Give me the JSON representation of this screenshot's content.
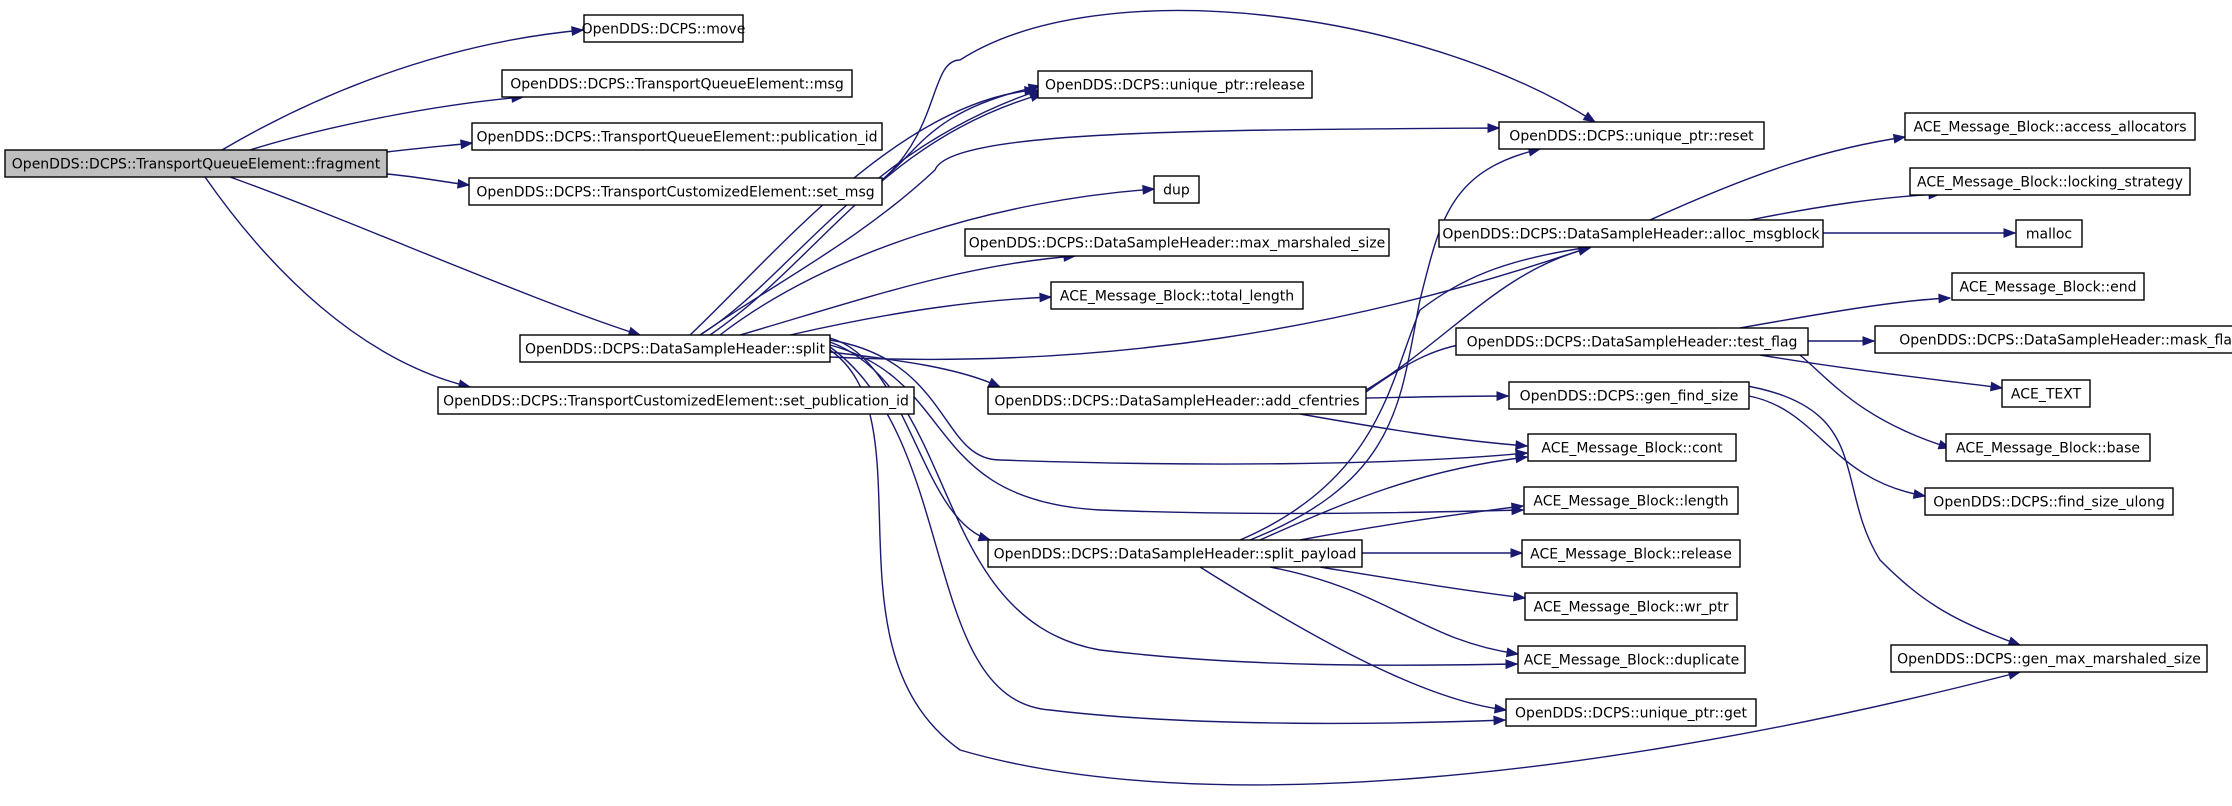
{
  "diagram": {
    "edge_color": "#191970",
    "root_fill": "#bfbfbf",
    "node_fill": "#ffffff",
    "nodes": {
      "fragment": "OpenDDS::DCPS::TransportQueueElement::fragment",
      "move": "OpenDDS::DCPS::move",
      "msg": "OpenDDS::DCPS::TransportQueueElement::msg",
      "publication_id": "OpenDDS::DCPS::TransportQueueElement::publication_id",
      "set_msg": "OpenDDS::DCPS::TransportCustomizedElement::set_msg",
      "split": "OpenDDS::DCPS::DataSampleHeader::split",
      "set_publication_id": "OpenDDS::DCPS::TransportCustomizedElement::set_publication_id",
      "up_release": "OpenDDS::DCPS::unique_ptr::release",
      "dup": "dup",
      "max_marshaled_size": "OpenDDS::DCPS::DataSampleHeader::max_marshaled_size",
      "total_length": "ACE_Message_Block::total_length",
      "add_cfentries": "OpenDDS::DCPS::DataSampleHeader::add_cfentries",
      "split_payload": "OpenDDS::DCPS::DataSampleHeader::split_payload",
      "up_reset": "OpenDDS::DCPS::unique_ptr::reset",
      "alloc_msgblock": "OpenDDS::DCPS::DataSampleHeader::alloc_msgblock",
      "test_flag": "OpenDDS::DCPS::DataSampleHeader::test_flag",
      "gen_find_size": "OpenDDS::DCPS::gen_find_size",
      "mb_cont": "ACE_Message_Block::cont",
      "mb_length": "ACE_Message_Block::length",
      "mb_release": "ACE_Message_Block::release",
      "mb_wr_ptr": "ACE_Message_Block::wr_ptr",
      "mb_duplicate": "ACE_Message_Block::duplicate",
      "up_get": "OpenDDS::DCPS::unique_ptr::get",
      "access_allocators": "ACE_Message_Block::access_allocators",
      "locking_strategy": "ACE_Message_Block::locking_strategy",
      "malloc": "malloc",
      "mb_end": "ACE_Message_Block::end",
      "mask_flag": "OpenDDS::DCPS::DataSampleHeader::mask_flag",
      "ace_text": "ACE_TEXT",
      "mb_base": "ACE_Message_Block::base",
      "find_size_ulong": "OpenDDS::DCPS::find_size_ulong",
      "gen_max_marshaled_size": "OpenDDS::DCPS::gen_max_marshaled_size"
    }
  }
}
